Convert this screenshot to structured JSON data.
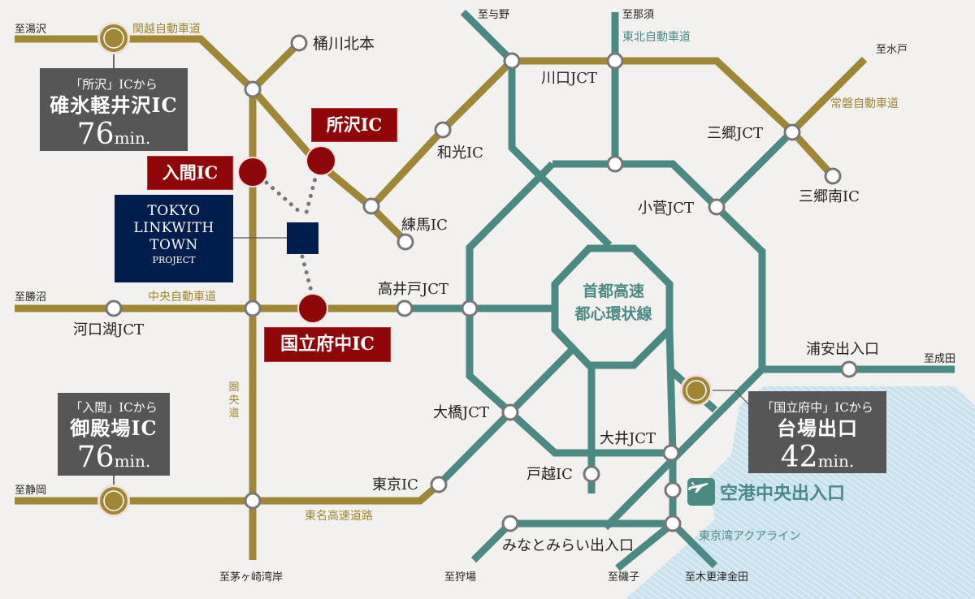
{
  "colors": {
    "background": "#f2f1ef",
    "gold_road": "#a08736",
    "teal_road": "#4a8a83",
    "ic_red": "#8f0608",
    "project_navy": "#001e4d",
    "info_box": "#575656",
    "bay": "#c9e2ee"
  },
  "project": {
    "line1": "TOKYO",
    "line2": "LINKWITH",
    "line3": "TOWN",
    "line4": "PROJECT"
  },
  "ic_tags": {
    "tokorozawa": "所沢IC",
    "iruma": "入間IC",
    "kunitachi_fuchu": "国立府中IC"
  },
  "info_boxes": [
    {
      "from": "「所沢」ICから",
      "dest": "碓氷軽井沢IC",
      "time": "76",
      "unit": "min."
    },
    {
      "from": "「入間」ICから",
      "dest": "御殿場IC",
      "time": "76",
      "unit": "min."
    },
    {
      "from": "「国立府中」ICから",
      "dest": "台場出口",
      "time": "42",
      "unit": "min."
    }
  ],
  "roads": {
    "kanetsu": "関越自動車道",
    "tohoku": "東北自動車道",
    "joban": "常磐自動車道",
    "chuo": "中央自動車道",
    "ken_o": "圏央道",
    "tomei": "東名高速道路",
    "aqualine": "東京湾アクアライン",
    "shuto_ring_line1": "首都高速",
    "shuto_ring_line2": "都心環状線"
  },
  "destinations": {
    "yuzawa": "至湯沢",
    "yono": "至与野",
    "nasu": "至那須",
    "mito": "至水戸",
    "katsunuma": "至勝沼",
    "narita": "至成田",
    "shizuoka": "至静岡",
    "chigasaki": "至茅ヶ崎湾岸",
    "karibaba": "至狩場",
    "isogo": "至磯子",
    "kisarazu": "至木更津金田"
  },
  "stations": {
    "okegawa": "桶川北本",
    "wako": "和光IC",
    "nerima": "練馬IC",
    "kawaguchi": "川口JCT",
    "misato": "三郷JCT",
    "misato_minami": "三郷南IC",
    "kosuge": "小菅JCT",
    "kawaguchiko": "河口湖JCT",
    "takaido": "高井戸JCT",
    "urayasu": "浦安出入口",
    "ohashi": "大橋JCT",
    "oi": "大井JCT",
    "togoshi": "戸越IC",
    "tokyo_ic": "東京IC",
    "minatomirai": "みなとみらい出入口"
  },
  "airport": {
    "label": "空港中央出入口",
    "icon": "airplane-icon"
  }
}
